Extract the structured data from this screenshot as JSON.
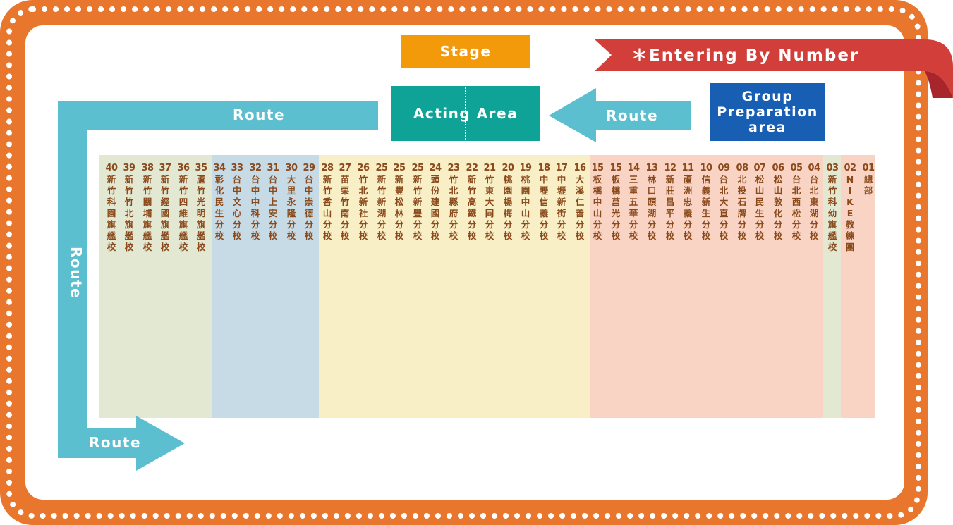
{
  "stage": {
    "label": "Stage"
  },
  "acting_area": {
    "label": "Acting Area"
  },
  "group_preparation": {
    "lines": [
      "Group",
      "Preparation",
      "area"
    ]
  },
  "banner": {
    "label": "＊Entering By Number"
  },
  "routes": {
    "top_left": "Route",
    "top_right": "Route",
    "left": "Route",
    "bottom": "Route"
  },
  "colors": {
    "frame": "#e8762c",
    "stage": "#f39a0b",
    "acting": "#0fa397",
    "group": "#185fb3",
    "banner": "#d23f3b",
    "route": "#5bbfcf",
    "text": "#8a4a1c",
    "zone_green": "#e3e8d3",
    "zone_blue": "#c6dbe5",
    "zone_yellow": "#f8efc7",
    "zone_pink": "#f9d3c3"
  },
  "columns": [
    {
      "num": "40",
      "name": "新竹科園旗艦校"
    },
    {
      "num": "39",
      "name": "新竹竹北旗艦校"
    },
    {
      "num": "38",
      "name": "新竹關埔旗艦校"
    },
    {
      "num": "37",
      "name": "新竹經國旗艦校"
    },
    {
      "num": "36",
      "name": "新竹四維旗艦校"
    },
    {
      "num": "35",
      "name": "蘆竹光明旗艦校"
    },
    {
      "num": "34",
      "name": "彰化民生分校"
    },
    {
      "num": "33",
      "name": "台中文心分校"
    },
    {
      "num": "32",
      "name": "台中中科分校"
    },
    {
      "num": "31",
      "name": "台中上安分校"
    },
    {
      "num": "30",
      "name": "大里永隆分校"
    },
    {
      "num": "29",
      "name": "台中崇德分校"
    },
    {
      "num": "28",
      "name": "新竹香山分校"
    },
    {
      "num": "27",
      "name": "苗栗竹南分校"
    },
    {
      "num": "26",
      "name": "竹北新社分校"
    },
    {
      "num": "25",
      "name": "新竹新湖分校"
    },
    {
      "num": "25",
      "name": "新豐松林分校"
    },
    {
      "num": "25",
      "name": "新竹新豐分校"
    },
    {
      "num": "24",
      "name": "頭份建國分校"
    },
    {
      "num": "23",
      "name": "竹北縣府分校"
    },
    {
      "num": "22",
      "name": "新竹高鐵分校"
    },
    {
      "num": "21",
      "name": "竹東大同分校"
    },
    {
      "num": "20",
      "name": "桃園楊梅分校"
    },
    {
      "num": "19",
      "name": "桃園中山分校"
    },
    {
      "num": "18",
      "name": "中壢信義分校"
    },
    {
      "num": "17",
      "name": "中壢新街分校"
    },
    {
      "num": "16",
      "name": "大溪仁善分校"
    },
    {
      "num": "15",
      "name": "板橋中山分校"
    },
    {
      "num": "15",
      "name": "板橋莒光分校"
    },
    {
      "num": "14",
      "name": "三重五華分校"
    },
    {
      "num": "13",
      "name": "林口頭湖分校"
    },
    {
      "num": "12",
      "name": "新莊昌平分校"
    },
    {
      "num": "11",
      "name": "蘆洲忠義分校"
    },
    {
      "num": "10",
      "name": "信義新生分校"
    },
    {
      "num": "09",
      "name": "台北大直分校"
    },
    {
      "num": "08",
      "name": "北投石牌分校"
    },
    {
      "num": "07",
      "name": "松山民生分校"
    },
    {
      "num": "06",
      "name": "松山敦化分校"
    },
    {
      "num": "05",
      "name": "台北西松分校"
    },
    {
      "num": "04",
      "name": "台北東湖分校"
    },
    {
      "num": "03",
      "name": "新竹科幼旗艦校"
    },
    {
      "num": "02",
      "name": "NIKE 教練團"
    },
    {
      "num": "01",
      "name": "總部"
    }
  ]
}
